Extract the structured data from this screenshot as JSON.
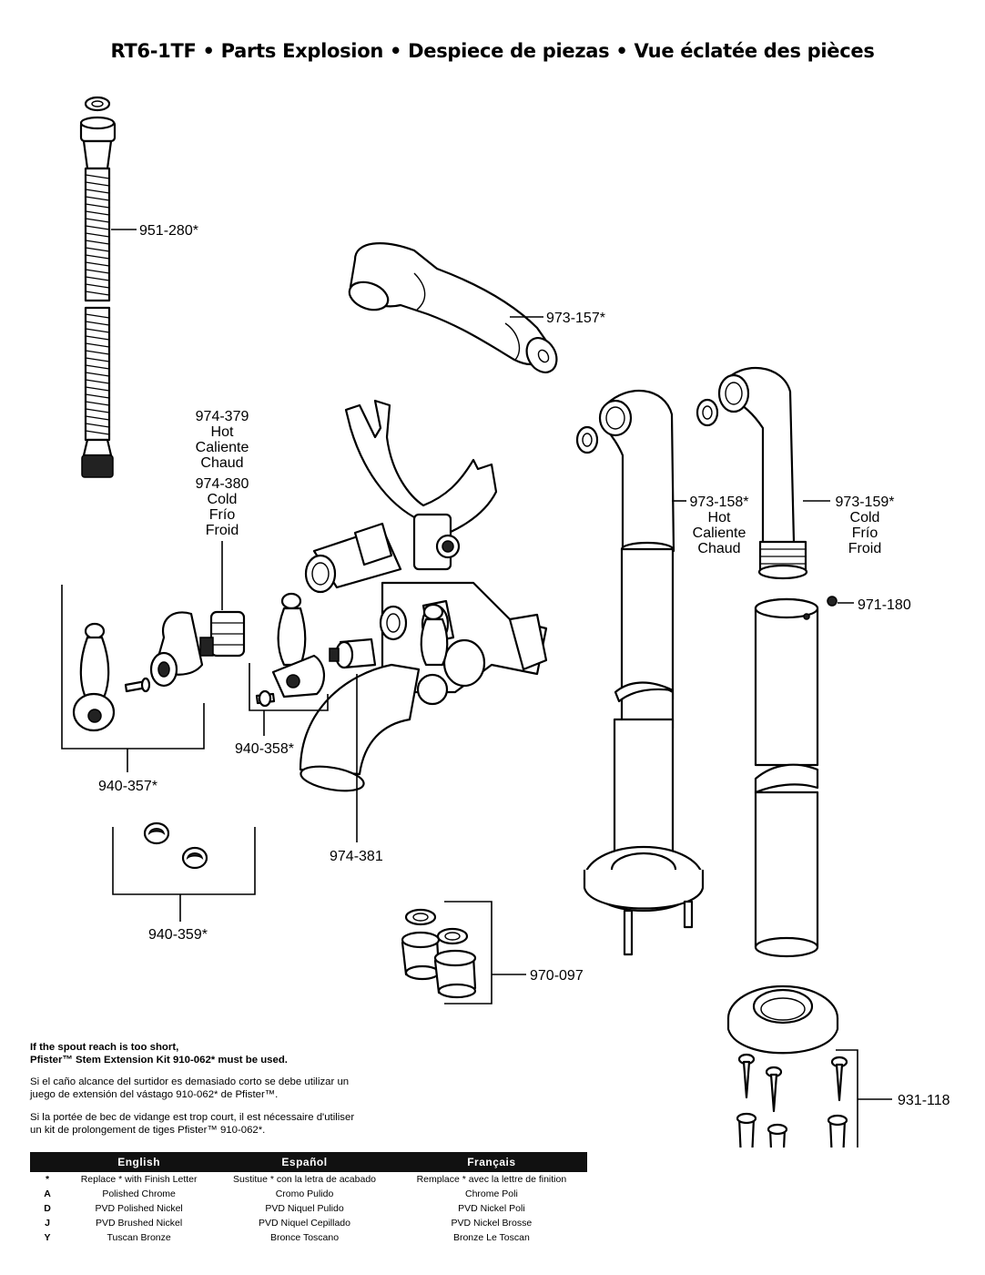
{
  "title": "RT6-1TF • Parts Explosion • Despiece de piezas • Vue éclatée des pièces",
  "labels": {
    "p951_280": "951-280*",
    "p973_157": "973-157*",
    "p974_379": [
      "974-379",
      "Hot",
      "Caliente",
      "Chaud"
    ],
    "p974_380": [
      "974-380",
      "Cold",
      "Frío",
      "Froid"
    ],
    "p973_158": [
      "973-158*",
      "Hot",
      "Caliente",
      "Chaud"
    ],
    "p973_159": [
      "973-159*",
      "Cold",
      "Frío",
      "Froid"
    ],
    "p971_180": "971-180",
    "p940_357": "940-357*",
    "p940_358": "940-358*",
    "p974_381": "974-381",
    "p940_359": "940-359*",
    "p970_097": "970-097",
    "p931_118": "931-118"
  },
  "notes": {
    "en_line1": "If the spout reach is too short,",
    "en_line2": "Pfister™ Stem Extension Kit 910-062* must be used.",
    "es_line1": "Si el caño alcance del surtidor es demasiado corto se debe utilizar un",
    "es_line2": "juego de extensión del vástago 910-062* de Pfister™.",
    "fr_line1": "Si la portée de bec de vidange est trop court, il est nécessaire d'utiliser",
    "fr_line2": "un kit de prolongement de tiges Pfister™ 910-062*."
  },
  "finish_table": {
    "headers": [
      "",
      "English",
      "Español",
      "Français"
    ],
    "rows": [
      [
        "*",
        "Replace * with Finish Letter",
        "Sustitue * con la letra de acabado",
        "Remplace * avec la lettre de finition"
      ],
      [
        "A",
        "Polished Chrome",
        "Cromo Pulido",
        "Chrome Poli"
      ],
      [
        "D",
        "PVD Polished Nickel",
        "PVD Niquel Pulido",
        "PVD Nickel Poli"
      ],
      [
        "J",
        "PVD Brushed Nickel",
        "PVD Niquel Cepillado",
        "PVD Nickel Brosse"
      ],
      [
        "Y",
        "Tuscan Bronze",
        "Bronce Toscano",
        "Bronze Le Toscan"
      ]
    ]
  }
}
